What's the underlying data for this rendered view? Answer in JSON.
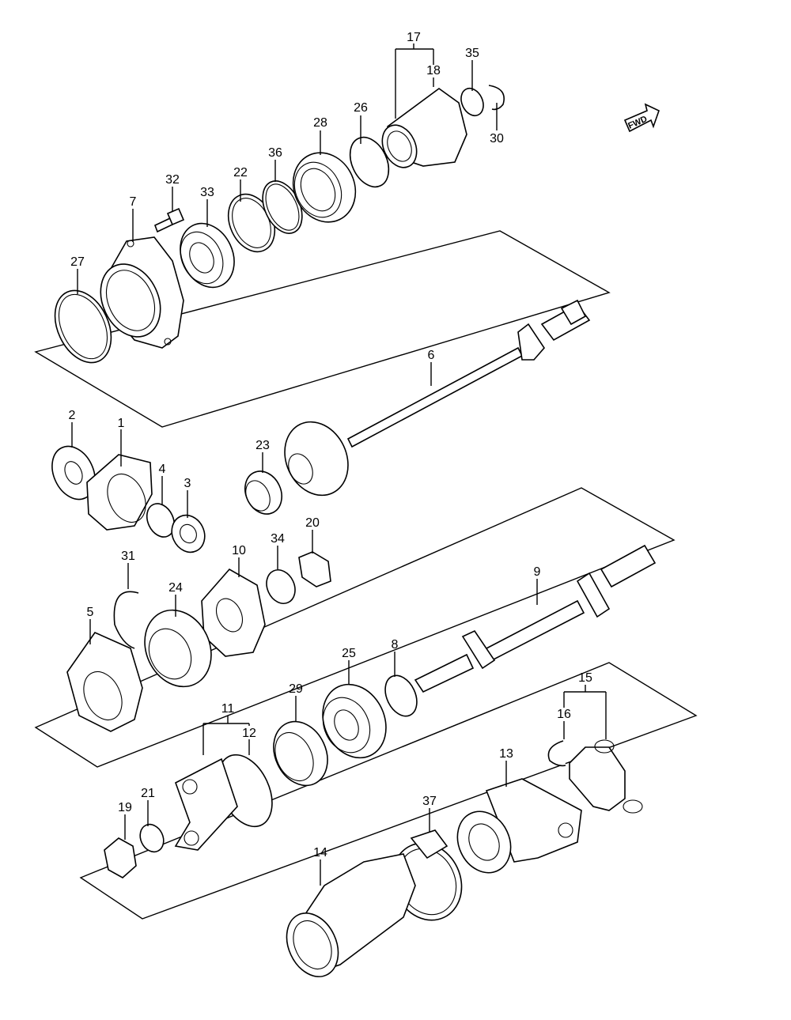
{
  "fwd_label": "FWD",
  "callouts": [
    {
      "id": "c17",
      "text": "17"
    },
    {
      "id": "c18",
      "text": "18"
    },
    {
      "id": "c35",
      "text": "35"
    },
    {
      "id": "c30",
      "text": "30"
    },
    {
      "id": "c26",
      "text": "26"
    },
    {
      "id": "c28",
      "text": "28"
    },
    {
      "id": "c36",
      "text": "36"
    },
    {
      "id": "c22",
      "text": "22"
    },
    {
      "id": "c33",
      "text": "33"
    },
    {
      "id": "c32",
      "text": "32"
    },
    {
      "id": "c7",
      "text": "7"
    },
    {
      "id": "c27",
      "text": "27"
    },
    {
      "id": "c6",
      "text": "6"
    },
    {
      "id": "c2",
      "text": "2"
    },
    {
      "id": "c1",
      "text": "1"
    },
    {
      "id": "c4",
      "text": "4"
    },
    {
      "id": "c3",
      "text": "3"
    },
    {
      "id": "c23",
      "text": "23"
    },
    {
      "id": "c20",
      "text": "20"
    },
    {
      "id": "c34",
      "text": "34"
    },
    {
      "id": "c10",
      "text": "10"
    },
    {
      "id": "c31",
      "text": "31"
    },
    {
      "id": "c24",
      "text": "24"
    },
    {
      "id": "c5",
      "text": "5"
    },
    {
      "id": "c9",
      "text": "9"
    },
    {
      "id": "c25",
      "text": "25"
    },
    {
      "id": "c8",
      "text": "8"
    },
    {
      "id": "c29",
      "text": "29"
    },
    {
      "id": "c11",
      "text": "11"
    },
    {
      "id": "c12",
      "text": "12"
    },
    {
      "id": "c15",
      "text": "15"
    },
    {
      "id": "c16",
      "text": "16"
    },
    {
      "id": "c13",
      "text": "13"
    },
    {
      "id": "c19",
      "text": "19"
    },
    {
      "id": "c21",
      "text": "21"
    },
    {
      "id": "c37",
      "text": "37"
    },
    {
      "id": "c14",
      "text": "14"
    }
  ]
}
